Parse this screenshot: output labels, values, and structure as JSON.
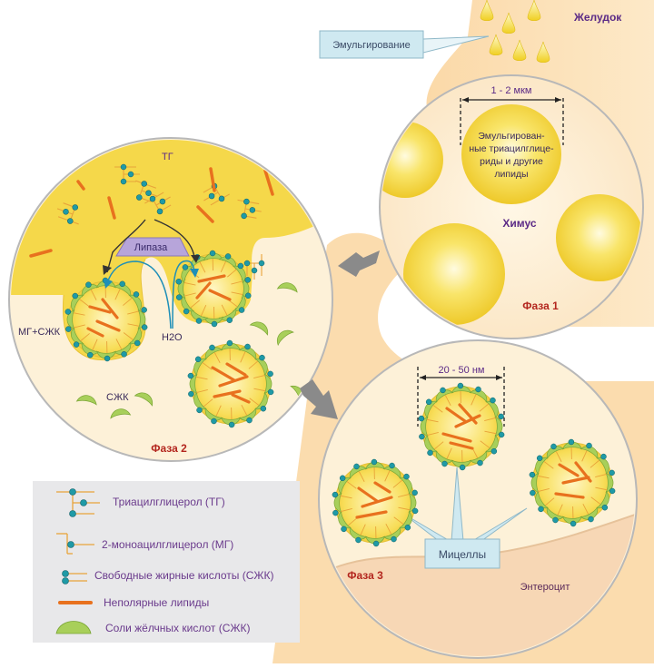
{
  "stomach": {
    "label": "Желудок",
    "emulsification": "Эмульгирование",
    "chyme": "Химус"
  },
  "phase1": {
    "label": "Фаза 1",
    "size": "1 - 2 мкм",
    "droplet_text": [
      "Эмульгирован-",
      "ные триацилглице-",
      "риды и другие",
      "липиды"
    ]
  },
  "phase2": {
    "label": "Фаза 2",
    "tg": "ТГ",
    "lipase": "Липаза",
    "water": "H2O",
    "mg_ffa": "МГ+СЖК",
    "bile": "СЖК"
  },
  "phase3": {
    "label": "Фаза 3",
    "size": "20 - 50 нм",
    "micelles": "Мицеллы",
    "enterocyte": "Энтероцит"
  },
  "legend": {
    "items": [
      {
        "icon": "triacylglycerol-icon",
        "text": "Триацилглицерол (ТГ)"
      },
      {
        "icon": "monoacylglycerol-icon",
        "text": "2-моноацилглицерол (МГ)"
      },
      {
        "icon": "free-fatty-acid-icon",
        "text": "Свободные жирные кислоты (СЖК)"
      },
      {
        "icon": "nonpolar-lipid-icon",
        "text": "Неполярные липиды"
      },
      {
        "icon": "bile-salt-icon",
        "text": "Соли жёлчных кислот (СЖК)"
      }
    ]
  },
  "colors": {
    "tissue": "#fbdcae",
    "circle_fill": "#fdf0d4",
    "droplet": "#f4d43a",
    "bile_salt": "#a8cf5a",
    "lipid": "#e8711e",
    "fatty_acid": "#1f9aa6",
    "legend_bg": "#e8e8ea",
    "arrow": "#8a8a8a"
  }
}
